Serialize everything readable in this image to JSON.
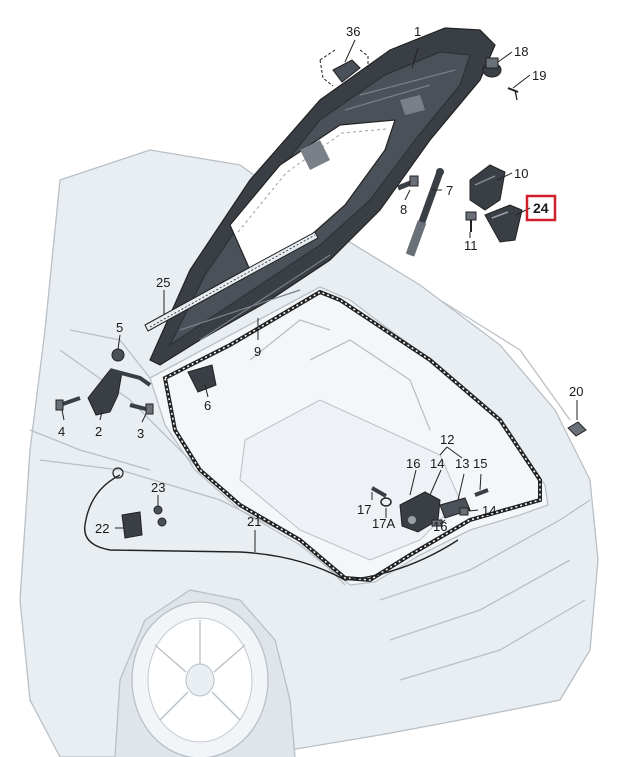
{
  "diagram": {
    "callouts": [
      {
        "id": "36",
        "text": "36"
      },
      {
        "id": "1",
        "text": "1"
      },
      {
        "id": "18",
        "text": "18"
      },
      {
        "id": "19",
        "text": "19"
      },
      {
        "id": "10",
        "text": "10"
      },
      {
        "id": "7",
        "text": "7"
      },
      {
        "id": "8",
        "text": "8"
      },
      {
        "id": "24",
        "text": "24",
        "highlighted": true
      },
      {
        "id": "11",
        "text": "11"
      },
      {
        "id": "25",
        "text": "25"
      },
      {
        "id": "5",
        "text": "5"
      },
      {
        "id": "9",
        "text": "9"
      },
      {
        "id": "6",
        "text": "6"
      },
      {
        "id": "4",
        "text": "4"
      },
      {
        "id": "2",
        "text": "2"
      },
      {
        "id": "3",
        "text": "3"
      },
      {
        "id": "20",
        "text": "20"
      },
      {
        "id": "12",
        "text": "12"
      },
      {
        "id": "16a",
        "text": "16"
      },
      {
        "id": "14a",
        "text": "14"
      },
      {
        "id": "13",
        "text": "13"
      },
      {
        "id": "15",
        "text": "15"
      },
      {
        "id": "23",
        "text": "23"
      },
      {
        "id": "17",
        "text": "17"
      },
      {
        "id": "17A",
        "text": "17A"
      },
      {
        "id": "16b",
        "text": "16"
      },
      {
        "id": "14b",
        "text": "14"
      },
      {
        "id": "21",
        "text": "21"
      },
      {
        "id": "22",
        "text": "22"
      }
    ],
    "colors": {
      "highlight_box": "#d0202a",
      "car_body": "#e9eef3",
      "car_line": "#b9c0c6",
      "part_dark": "#3a3f45",
      "part_mid": "#7a8088"
    }
  }
}
